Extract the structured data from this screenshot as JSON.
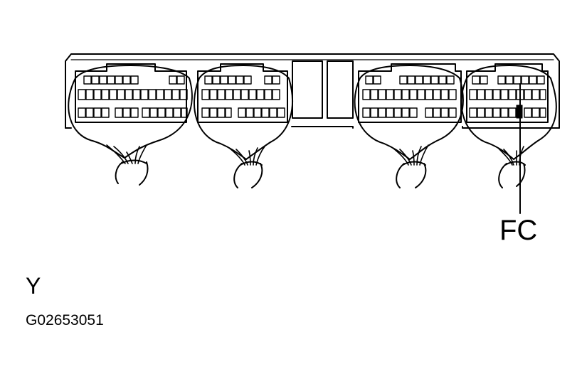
{
  "diagram": {
    "callout_label": "FC",
    "view_label": "Y",
    "figure_code": "G02653051",
    "line_color": "#000000",
    "background": "#ffffff"
  }
}
